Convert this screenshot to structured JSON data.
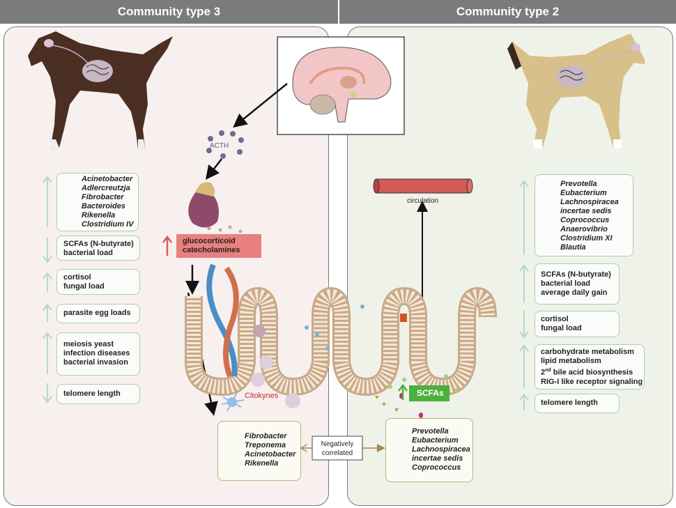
{
  "header_left": "Community type 3",
  "header_right": "Community type 2",
  "center": {
    "acth": "ACTH",
    "hormone_line1": "glucocorticoid",
    "hormone_line2": "catecholamines",
    "citokynes": "Citokynes",
    "circulation": "circulation",
    "scfas": "SCFAs",
    "negcorr_line1": "Negatively",
    "negcorr_line2": "correlated",
    "bottom_left_taxa": [
      "Fibrobacter",
      "Treponema",
      "Acinetobacter",
      "Rikenella"
    ],
    "bottom_right_taxa": [
      "Prevotella",
      "Eubacterium",
      "Lachnospiracea",
      "incertae sedis",
      "Coprococcus"
    ]
  },
  "left": {
    "taxa": [
      "Acinetobacter",
      "Adlercreutzja",
      "Fibrobacter",
      "Bacteroides",
      "Rikenella",
      "Clostridium IV"
    ],
    "scfa": [
      "SCFAs (N-butyrate)",
      "bacterial load"
    ],
    "cortisol": [
      "cortisol",
      "fungal load"
    ],
    "parasite": [
      "parasite egg loads"
    ],
    "meiosis": [
      "meiosis yeast",
      "infection diseases",
      "bacterial invasion"
    ],
    "telomere": [
      "telomere length"
    ]
  },
  "right": {
    "taxa": [
      "Prevotella",
      "Eubacterium",
      "Lachnospiracea",
      "incertae sedis",
      "Coprococcus",
      "Anaerovibrio",
      "Clostridium XI",
      "Blautia"
    ],
    "scfa": [
      "SCFAs (N-butyrate)",
      "bacterial load",
      "average daily gain"
    ],
    "cortisol": [
      "cortisol",
      "fungal load"
    ],
    "metab": [
      "carbohydrate metabolism",
      "lipid metabolism",
      "2",
      "nd",
      " bile acid biosynthesis",
      "RIG-I like receptor signaling"
    ],
    "telomere": [
      "telomere length"
    ]
  },
  "colors": {
    "header": "#7b7b7b",
    "left_panel": "#f7f0ef",
    "right_panel": "#eff2e8",
    "hormone_box": "#e7807e",
    "scfa_box": "#4daf3f",
    "arrow_green": "#b5d8c8",
    "arrow_red": "#d85b5b"
  }
}
